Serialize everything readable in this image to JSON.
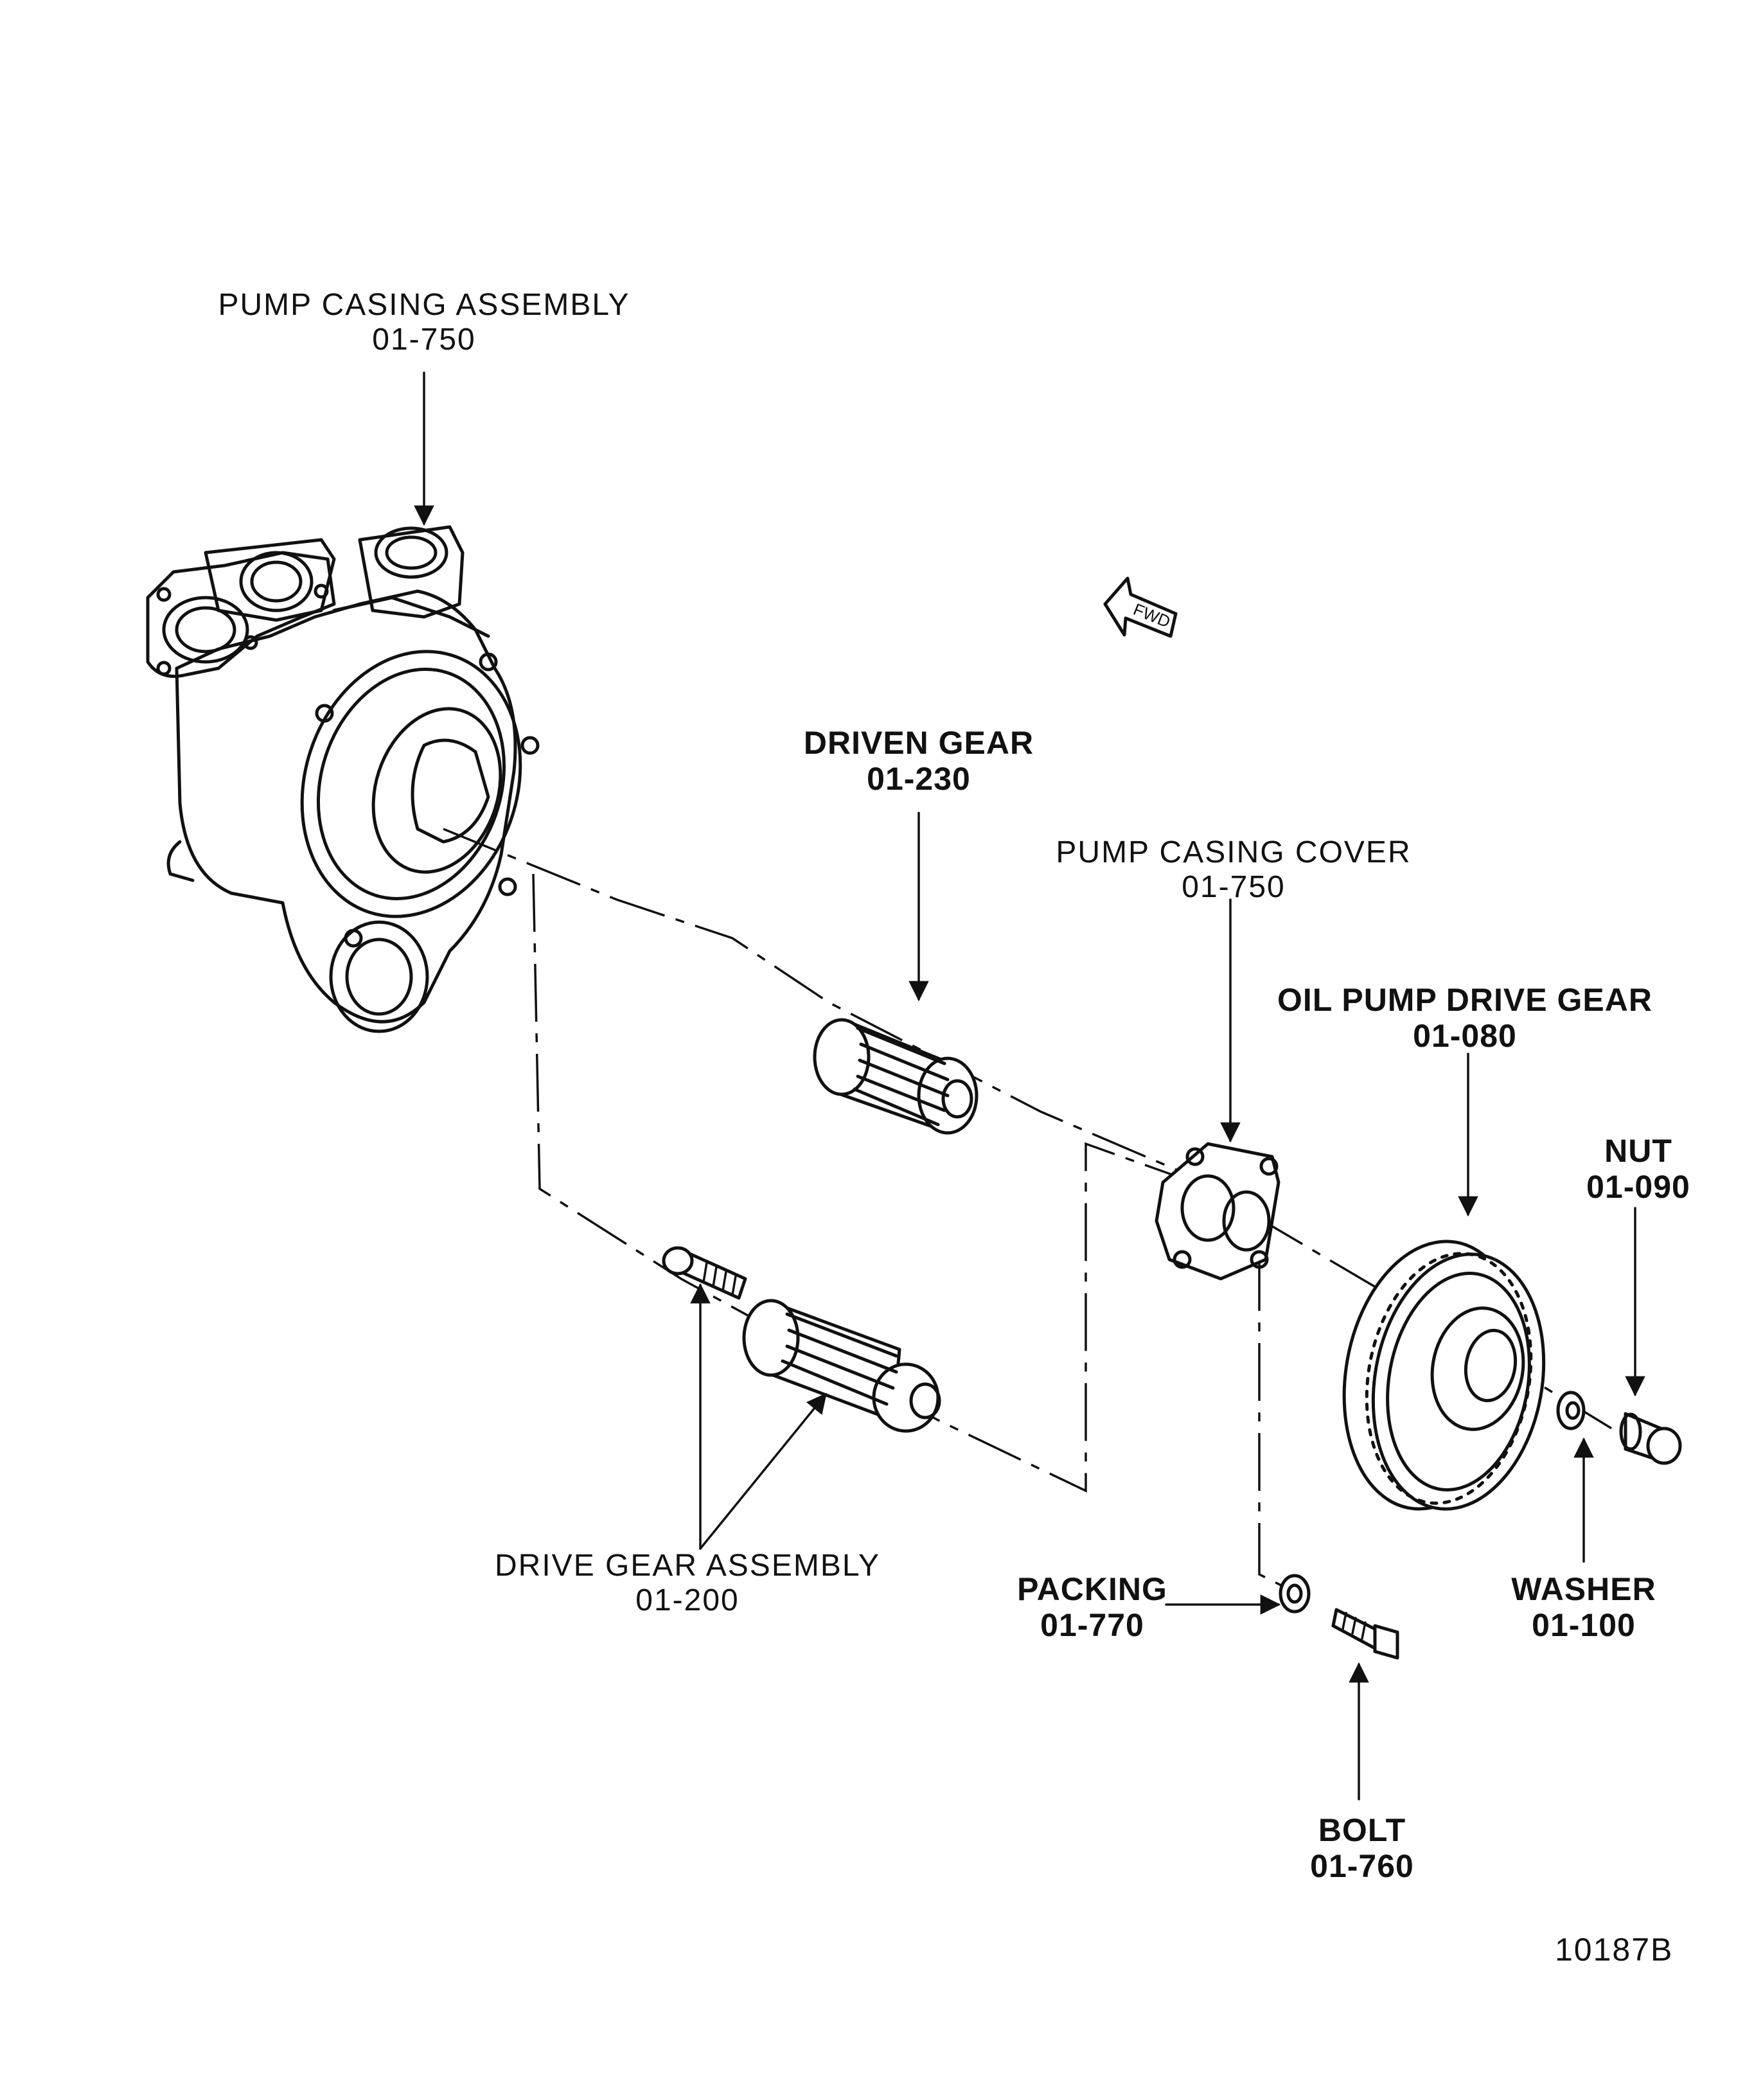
{
  "labels": {
    "pump_casing_assembly": {
      "name": "PUMP CASING ASSEMBLY",
      "part": "01-750"
    },
    "driven_gear": {
      "name": "DRIVEN GEAR",
      "part": "01-230"
    },
    "pump_casing_cover": {
      "name": "PUMP CASING COVER",
      "part": "01-750"
    },
    "oil_pump_drive_gear": {
      "name": "OIL PUMP DRIVE GEAR",
      "part": "01-080"
    },
    "nut": {
      "name": "NUT",
      "part": "01-090"
    },
    "drive_gear_assembly": {
      "name": "DRIVE GEAR ASSEMBLY",
      "part": "01-200"
    },
    "packing": {
      "name": "PACKING",
      "part": "01-770"
    },
    "washer": {
      "name": "WASHER",
      "part": "01-100"
    },
    "bolt": {
      "name": "BOLT",
      "part": "01-760"
    }
  },
  "fwd_marker": "FWD",
  "figure_number": "10187B"
}
